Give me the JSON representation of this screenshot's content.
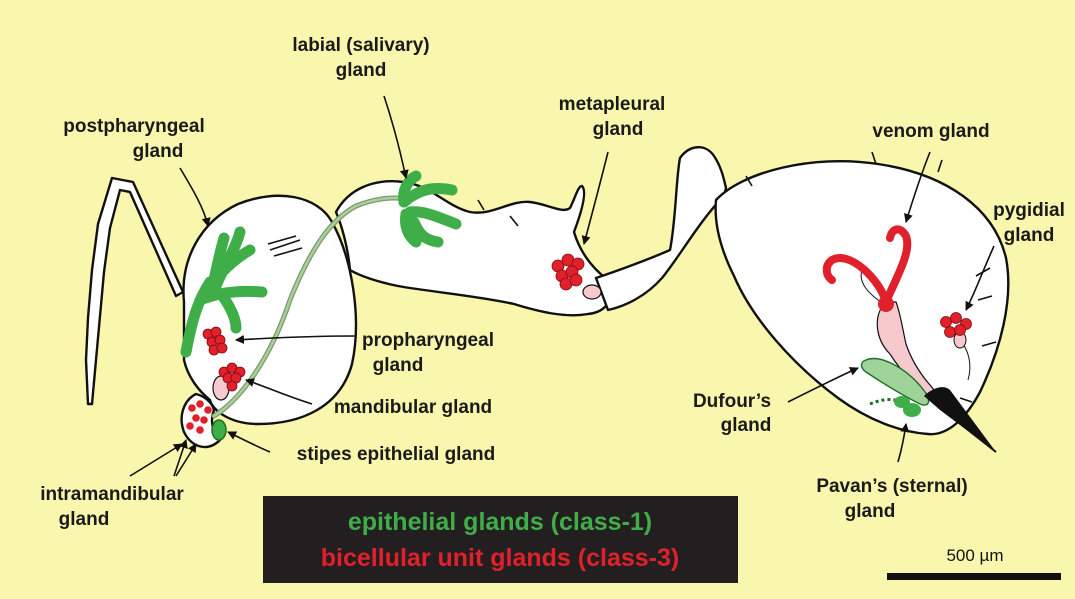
{
  "colors": {
    "background": "#f9f6ad",
    "body_fill": "#ffffff",
    "outline": "#111111",
    "epithelial": "#3fae49",
    "epithelial_light": "#9fd39a",
    "bicellular": "#e0202a",
    "duct_pink": "#f6c9cc",
    "legend_bg": "#231f20"
  },
  "labels": {
    "labial": [
      "labial (salivary)",
      "gland"
    ],
    "postpharyngeal": [
      "postpharyngeal",
      "gland"
    ],
    "metapleural": [
      "metapleural",
      "gland"
    ],
    "venom": "venom gland",
    "pygidial": [
      "pygidial",
      "gland"
    ],
    "propharyngeal": [
      "propharyngeal",
      "gland"
    ],
    "mandibular": "mandibular gland",
    "stipes": "stipes epithelial gland",
    "intramandibular": [
      "intramandibular",
      "gland"
    ],
    "dufour": [
      "Dufour’s",
      "gland"
    ],
    "pavan": [
      "Pavan’s (sternal)",
      "gland"
    ]
  },
  "legend": {
    "class1": "epithelial glands (class-1)",
    "class3": "bicellular unit glands (class-3)"
  },
  "scale": {
    "label": "500 µm"
  }
}
